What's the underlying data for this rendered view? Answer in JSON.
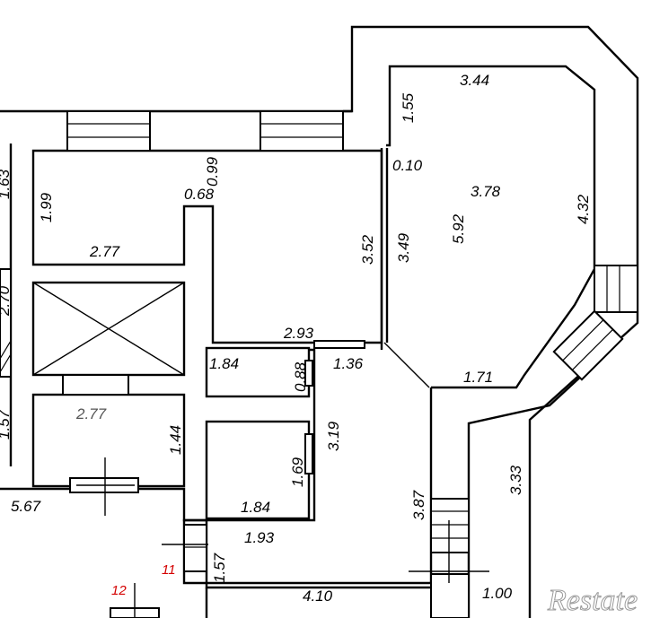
{
  "dimensions": {
    "d_3_44": "3.44",
    "d_1_55": "1.55",
    "d_0_10": "0.10",
    "d_3_78": "3.78",
    "d_4_32": "4.32",
    "d_5_92": "5.92",
    "d_3_49": "3.49",
    "d_3_52": "3.52",
    "d_0_99": "0.99",
    "d_0_68": "0.68",
    "d_1_99": "1.99",
    "d_2_77_top": "2.77",
    "d_2_93": "2.93",
    "d_1_84_top": "1.84",
    "d_0_88": "0.88",
    "d_1_36": "1.36",
    "d_1_71": "1.71",
    "d_2_77_mid": "2.77",
    "d_1_44": "1.44",
    "d_3_19": "3.19",
    "d_1_69": "1.69",
    "d_1_84_bottom": "1.84",
    "d_5_67": "5.67",
    "d_1_93": "1.93",
    "d_3_87": "3.87",
    "d_3_33": "3.33",
    "d_1_57": "1.57",
    "d_4_10": "4.10",
    "d_1_00": "1.00",
    "left_edge_1_63": "1.63",
    "left_edge_2_70": "2.70",
    "left_edge_1_57": "1.57"
  },
  "room_numbers": {
    "room_11": "11",
    "room_12": "12"
  },
  "watermark": {
    "text": "Restate"
  }
}
